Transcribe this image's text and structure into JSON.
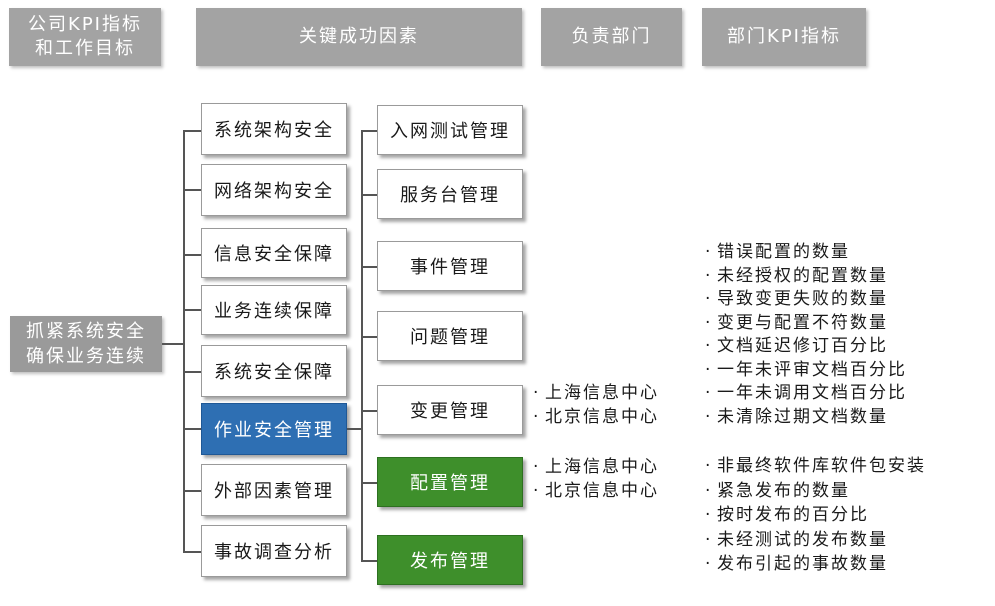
{
  "headers": {
    "kpi": "公司KPI指标\n和工作目标",
    "csf": "关键成功因素",
    "dept": "负责部门",
    "dept_kpi": "部门KPI指标"
  },
  "root": "抓紧系统安全\n确保业务连续",
  "factors": [
    "系统架构安全",
    "网络架构安全",
    "信息安全保障",
    "业务连续保障",
    "系统安全保障",
    "作业安全管理",
    "外部因素管理",
    "事故调查分析"
  ],
  "processes": [
    "入网测试管理",
    "服务台管理",
    "事件管理",
    "问题管理",
    "变更管理",
    "配置管理",
    "发布管理"
  ],
  "departments": {
    "group1": [
      "上海信息中心",
      "北京信息中心"
    ],
    "group2": [
      "上海信息中心",
      "北京信息中心"
    ]
  },
  "kpis": {
    "group1": [
      "错误配置的数量",
      "未经授权的配置数量",
      "导致变更失败的数量",
      "变更与配置不符数量",
      "文档延迟修订百分比",
      "一年未评审文档百分比",
      "一年未调用文档百分比",
      "未清除过期文档数量"
    ],
    "group2": [
      "非最终软件库软件包安装",
      "紧急发布的数量",
      "按时发布的百分比",
      "未经测试的发布数量",
      "发布引起的事故数量"
    ]
  },
  "bullet": "·",
  "colors": {
    "header": "#a3a3a3",
    "highlight_blue": "#2e6fb3",
    "highlight_green": "#3e8f2b"
  }
}
